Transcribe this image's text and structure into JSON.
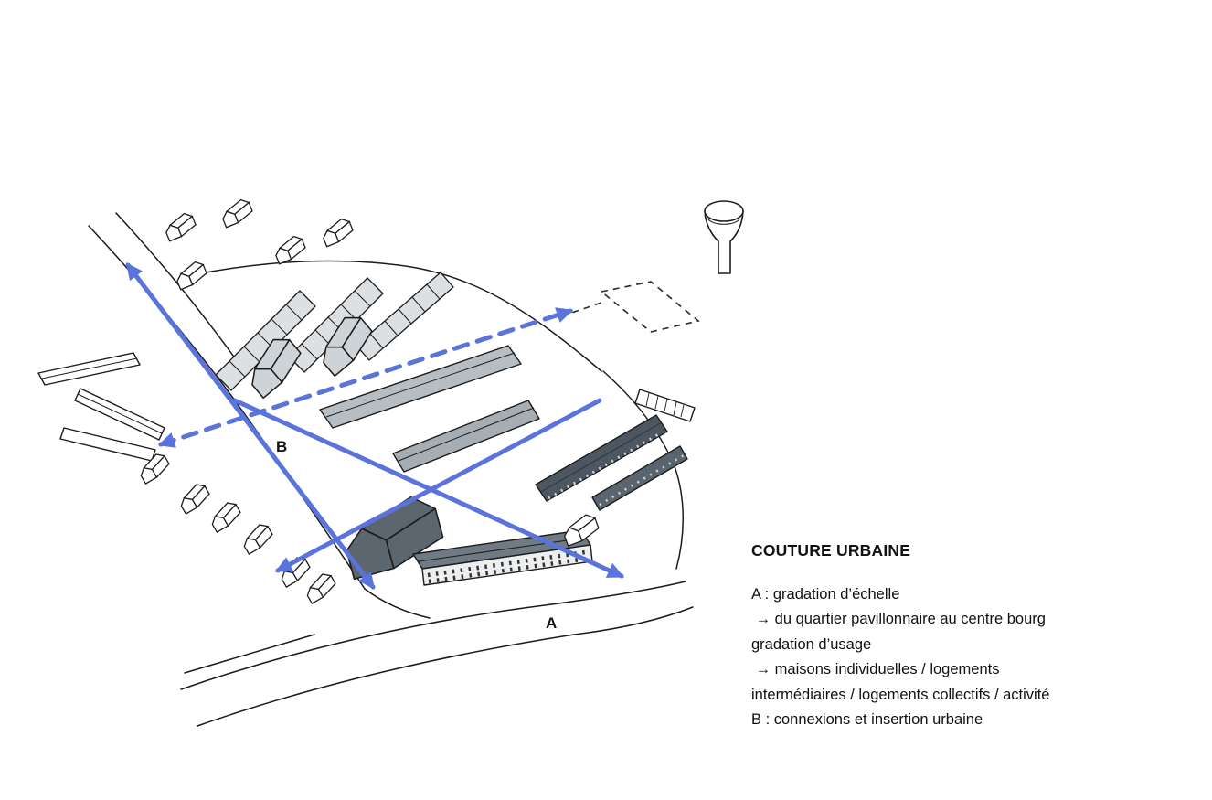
{
  "legend": {
    "title": "COUTURE URBAINE",
    "lines": [
      "A : gradation d’échelle",
      " → du quartier pavillonnaire au centre bourg",
      "gradation d’usage",
      " → maisons individuelles / logements",
      "intermédiaires / logements collectifs / activité",
      "B : connexions et insertion urbaine"
    ]
  },
  "diagram": {
    "label_a": "A",
    "label_b": "B",
    "colors": {
      "arrow_blue": "#5a74dc",
      "ink": "#1c1c1c",
      "terrace_light_gray": "#dce0e3",
      "bar_mid_gray": "#aab1b7",
      "bar_dark_gray": "#4d5761"
    }
  }
}
